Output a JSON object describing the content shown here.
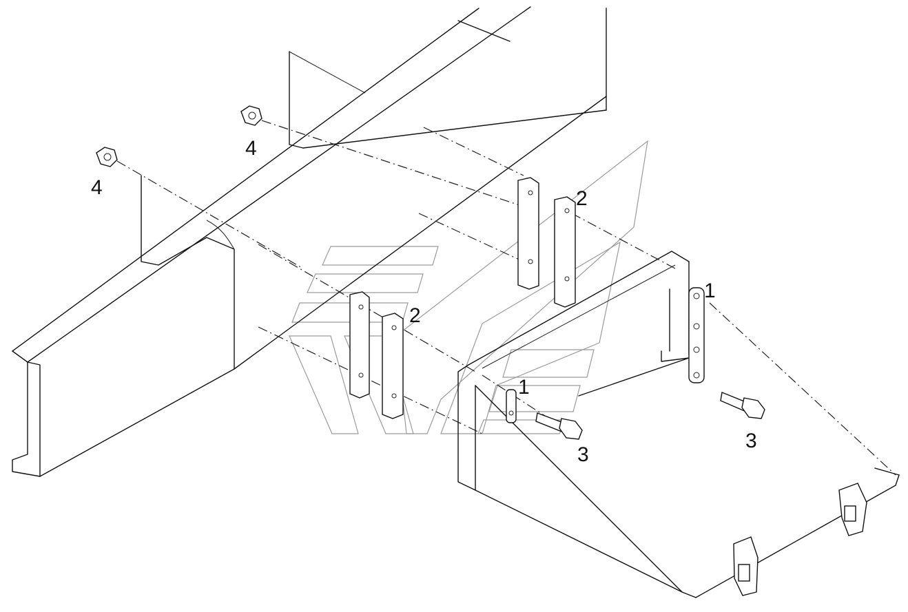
{
  "callouts": [
    {
      "id": "c4a",
      "text": "4"
    },
    {
      "id": "c4b",
      "text": "4"
    },
    {
      "id": "c2a",
      "text": "2"
    },
    {
      "id": "c2b",
      "text": "2"
    },
    {
      "id": "c1a",
      "text": "1"
    },
    {
      "id": "c1b",
      "text": "1"
    },
    {
      "id": "c3a",
      "text": "3"
    },
    {
      "id": "c3b",
      "text": "3"
    }
  ]
}
